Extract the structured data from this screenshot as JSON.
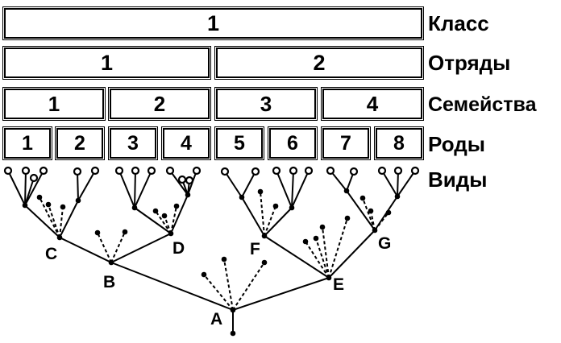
{
  "rows": {
    "class": {
      "label": "Класс",
      "boxes": [
        "1"
      ]
    },
    "orders": {
      "label": "Отряды",
      "boxes": [
        "1",
        "2"
      ]
    },
    "families": {
      "label": "Семейства",
      "boxes": [
        "1",
        "2",
        "3",
        "4"
      ]
    },
    "genera": {
      "label": "Роды",
      "boxes": [
        "1",
        "2",
        "3",
        "4",
        "5",
        "6",
        "7",
        "8"
      ]
    },
    "species": {
      "label": "Виды"
    }
  },
  "node_labels": {
    "A": "A",
    "B": "B",
    "C": "C",
    "D": "D",
    "E": "E",
    "F": "F",
    "G": "G"
  }
}
